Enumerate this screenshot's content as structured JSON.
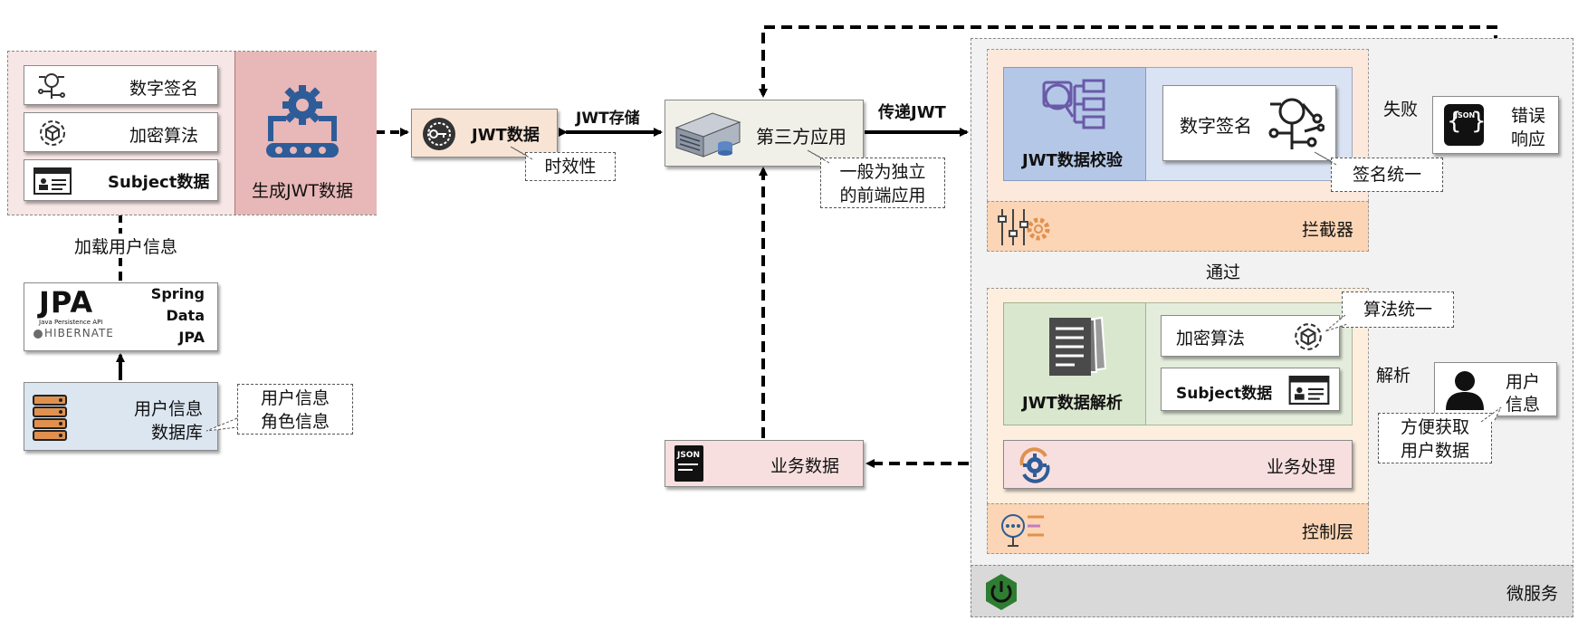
{
  "generator": {
    "items": [
      "数字签名",
      "加密算法",
      "Subject数据"
    ],
    "label": "生成JWT数据"
  },
  "load_label": "加载用户信息",
  "jpa": {
    "logo": "JPA",
    "logo_sub": "Java Persistence API",
    "hibernate": "HIBERNATE",
    "lines": [
      "Spring",
      "Data",
      "JPA"
    ]
  },
  "user_db": {
    "lines": [
      "用户信息",
      "数据库"
    ],
    "note": [
      "用户信息",
      "角色信息"
    ]
  },
  "jwt_data": {
    "label": "JWT数据",
    "note": "时效性"
  },
  "store_label": "JWT存储",
  "third_app": {
    "label": "第三方应用",
    "note": [
      "一般为独立",
      "的前端应用"
    ]
  },
  "pass_jwt_label": "传递JWT",
  "biz_data": {
    "label": "业务数据",
    "icon_text": "JSON"
  },
  "microservice": {
    "label": "微服务",
    "interceptor": {
      "verify_label": "JWT数据校验",
      "sign_label": "数字签名",
      "sign_note": "签名统一",
      "label": "拦截器"
    },
    "fail_label": "失败",
    "error_box": [
      "错误",
      "响应"
    ],
    "error_icon_text": "JSON",
    "pass_label": "通过",
    "controller": {
      "parse_label": "JWT数据解析",
      "algo_label": "加密算法",
      "algo_note": "算法统一",
      "subject_label": "Subject数据",
      "biz_label": "业务处理",
      "label": "控制层"
    },
    "parse_arrow_label": "解析",
    "user_info": [
      "用户",
      "信息"
    ],
    "user_note": [
      "方便获取",
      "用户数据"
    ]
  },
  "colors": {
    "generator_bg": "#f7e6e6",
    "generator_right": "#e8b7b7",
    "jwt_box": "#f8e4d4",
    "third_app": "#f0efe8",
    "user_db": "#dbe6f1",
    "micro_bg": "#f2f2f2",
    "interceptor_bg": "#fce9dc",
    "verify_blue": "#b4c7e7",
    "verify_light": "#dae3f3",
    "orange": "#fbd5b5",
    "controller_bg": "#fdeede",
    "parse_green": "#d9e7cf",
    "biz_pink": "#f8dfdf",
    "power_green": "#2e7d32"
  }
}
